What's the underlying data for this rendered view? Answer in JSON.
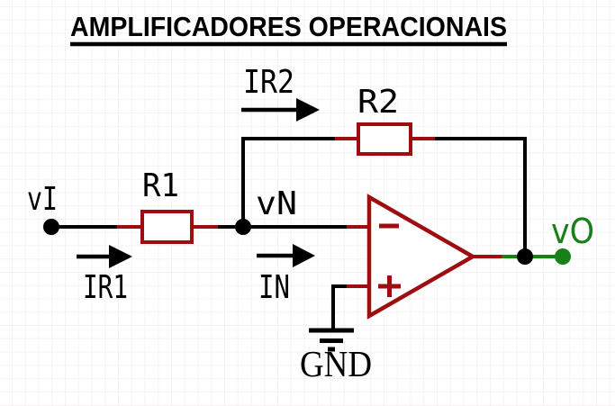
{
  "title": {
    "text": "AMPLIFICADORES OPERACIONAIS"
  },
  "colors": {
    "wire": "#000000",
    "symbol_red": "#9e0d10",
    "output_green": "#178017",
    "background": "#ffffff",
    "grid": "#f4f2f2"
  },
  "labels": {
    "vI": "vI",
    "R1": "R1",
    "vN": "vN",
    "IR1": "IR1",
    "IR2": "IR2",
    "R2": "R2",
    "IN": "IN",
    "vO": "vO",
    "GND": "GND"
  }
}
